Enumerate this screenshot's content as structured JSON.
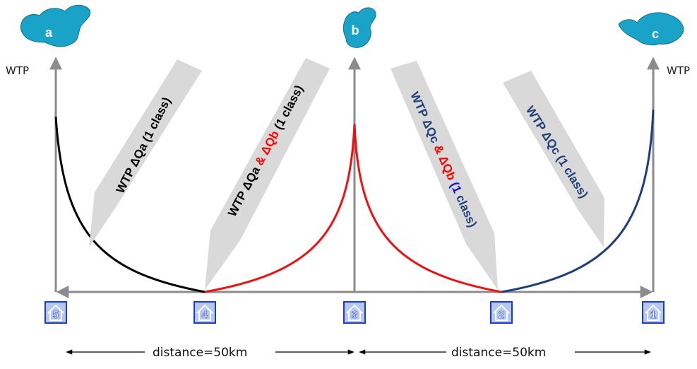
{
  "axis_label": "WTP",
  "lakes": [
    {
      "id": "a",
      "label": "a"
    },
    {
      "id": "b",
      "label": "b"
    },
    {
      "id": "c",
      "label": "c"
    }
  ],
  "houses": [
    {
      "id": "5",
      "label": "5"
    },
    {
      "id": "4",
      "label": "4"
    },
    {
      "id": "3",
      "label": "3"
    },
    {
      "id": "2",
      "label": "2"
    },
    {
      "id": "1",
      "label": "1"
    }
  ],
  "distance_labels": [
    "distance=50km",
    "distance=50km"
  ],
  "callouts": [
    {
      "id": "wtp-qa-1class",
      "parts": [
        {
          "text": "WTP ",
          "color": "#000000"
        },
        {
          "text": "Δ",
          "color": "#000000"
        },
        {
          "text": "Qa (1 class)",
          "color": "#000000"
        }
      ]
    },
    {
      "id": "wtp-qa-qb-1class",
      "parts": [
        {
          "text": "WTP ",
          "color": "#000000"
        },
        {
          "text": "Δ",
          "color": "#000000"
        },
        {
          "text": "Qa ",
          "color": "#000000"
        },
        {
          "text": "& ",
          "color": "#ff0000"
        },
        {
          "text": "Δ",
          "color": "#ff0000"
        },
        {
          "text": "Qb",
          "color": "#ff0000"
        },
        {
          "text": " (1 class)",
          "color": "#000000"
        }
      ]
    },
    {
      "id": "wtp-qc-qb-1class",
      "parts": [
        {
          "text": "WTP ",
          "color": "#1f3f7a"
        },
        {
          "text": "Δ",
          "color": "#1f3f7a"
        },
        {
          "text": "Qc ",
          "color": "#1f3f7a"
        },
        {
          "text": "& ",
          "color": "#ff0000"
        },
        {
          "text": "Δ",
          "color": "#ff0000"
        },
        {
          "text": "Qb ",
          "color": "#ff0000"
        },
        {
          "text": "(1",
          "color": "#1010d0"
        },
        {
          "text": " class)",
          "color": "#1f3f7a"
        }
      ]
    },
    {
      "id": "wtp-qc-1class",
      "parts": [
        {
          "text": "WTP ",
          "color": "#1f3f7a"
        },
        {
          "text": "Δ",
          "color": "#1f3f7a"
        },
        {
          "text": "Qc ",
          "color": "#1f3f7a"
        },
        {
          "text": "(1 class)",
          "color": "#1f3f7a"
        }
      ]
    }
  ],
  "colors": {
    "axis": "#8c8c8c",
    "lake": "#1aa3c9",
    "curve_a": "#000000",
    "curve_b": "#ee1111",
    "curve_c": "#1f3f7a",
    "callout": "#d9d9d9",
    "house_fill": "#b5c7f2",
    "house_border": "#1c3fbf"
  }
}
